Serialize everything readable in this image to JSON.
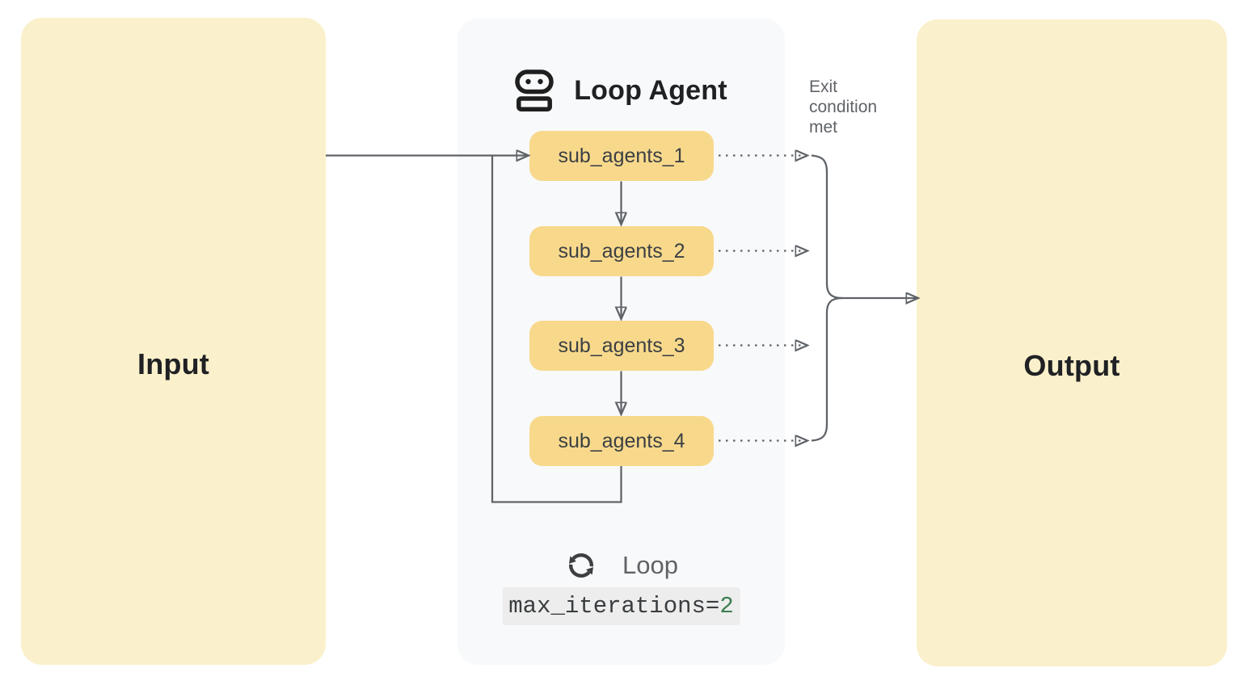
{
  "input_panel": {
    "label": "Input"
  },
  "output_panel": {
    "label": "Output"
  },
  "loop_agent": {
    "title": "Loop Agent",
    "header_icon": "robot-icon",
    "sub_agents": [
      {
        "label": "sub_agents_1"
      },
      {
        "label": "sub_agents_2"
      },
      {
        "label": "sub_agents_3"
      },
      {
        "label": "sub_agents_4"
      }
    ],
    "footer": {
      "icon": "loop-sync-icon",
      "label": "Loop",
      "code_text": "max_iterations=",
      "code_value": "2"
    }
  },
  "annotations": {
    "exit_condition": "Exit condition met"
  },
  "colors": {
    "panel_yellow": "#FAF0CB",
    "sub_agent_amber": "#F8D98C",
    "container_gray": "#F8F9FA",
    "connector_gray": "#5F6368",
    "text_dark": "#202124",
    "text_gray": "#5F6368",
    "code_bg": "#ECEDEC",
    "code_value_green": "#3E7C52"
  }
}
